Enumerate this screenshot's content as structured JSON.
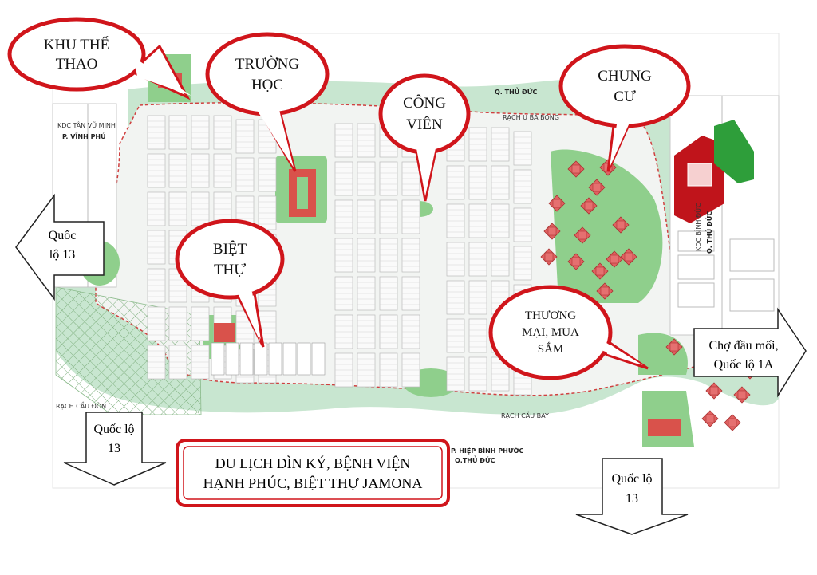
{
  "map": {
    "area_labels": {
      "thu_duc_north": "Q. THỦ ĐỨC",
      "rach_u_ba_bong": "RẠCH U BÀ BÓNG",
      "kdc_tan_vu_minh": "KDC TÂN VŨ MINH",
      "p_vinh_phu": "P. VĨNH PHÚ",
      "kdc_binh_duc": "KDC BÌNH ĐỨC",
      "q_thu_duc_east": "Q. THỦ ĐỨC",
      "p_hiep_binh_phuoc": "P. HIỆP BÌNH PHƯỚC",
      "q_thu_duc_south": "Q.THỦ ĐỨC",
      "rach_cau_bay": "RẠCH CẦU BAY",
      "rach_cau_don": "RẠCH CẦU ĐÒN"
    },
    "colors": {
      "river": "#c8e6d0",
      "park": "#8fcf8c",
      "building": "#e06060",
      "boundary": "#d04040",
      "callout": "#d0151b",
      "commercial_block": "#c0141b",
      "sports_block": "#2e9e3a"
    }
  },
  "callouts": {
    "sports": [
      "KHU THỂ",
      "THAO"
    ],
    "school": [
      "TRƯỜNG",
      "HỌC"
    ],
    "park": [
      "CÔNG",
      "VIÊN"
    ],
    "apartment": [
      "CHUNG",
      "CƯ"
    ],
    "villa": [
      "BIỆT",
      "THỰ"
    ],
    "commerce": [
      "THƯƠNG",
      "MẠI, MUA",
      "SẮM"
    ]
  },
  "arrows": {
    "left": [
      "Quốc",
      "lộ 13"
    ],
    "right": [
      "Chợ đầu mối,",
      "Quốc lộ 1A"
    ],
    "bottom_left": [
      "Quốc lộ",
      "13"
    ],
    "bottom_right": [
      "Quốc lộ",
      "13"
    ]
  },
  "info_box": {
    "line1": "DU LỊCH DÌN KÝ, BỆNH VIỆN",
    "line2": "HẠNH PHÚC, BIỆT THỰ JAMONA"
  }
}
